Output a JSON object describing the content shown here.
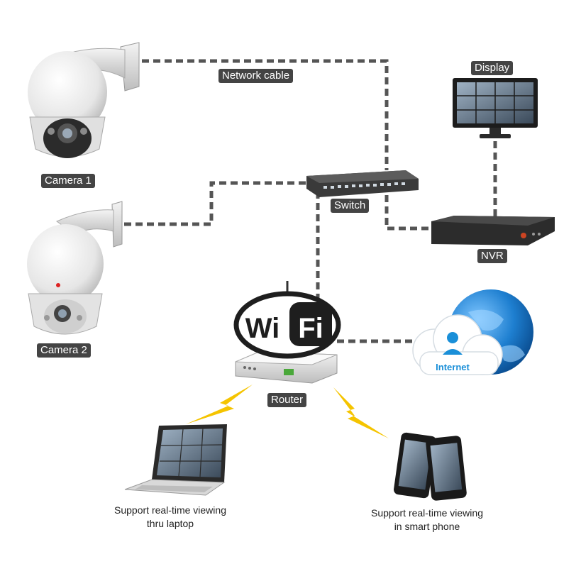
{
  "labels": {
    "network_cable": "Network cable",
    "display": "Display",
    "camera1": "Camera 1",
    "camera2": "Camera 2",
    "switch": "Switch",
    "nvr": "NVR",
    "router": "Router",
    "internet": "Internet",
    "wifi_left": "Wi",
    "wifi_right": "Fi"
  },
  "captions": {
    "laptop_line1": "Support real-time viewing",
    "laptop_line2": "thru laptop",
    "phone_line1": "Support real-time viewing",
    "phone_line2": "in smart phone"
  },
  "colors": {
    "label_bg": "#444444",
    "cable": "#555555",
    "lightning": "#f5c400",
    "globe": "#1e7fd0",
    "internet_text": "#1a8fd8"
  }
}
